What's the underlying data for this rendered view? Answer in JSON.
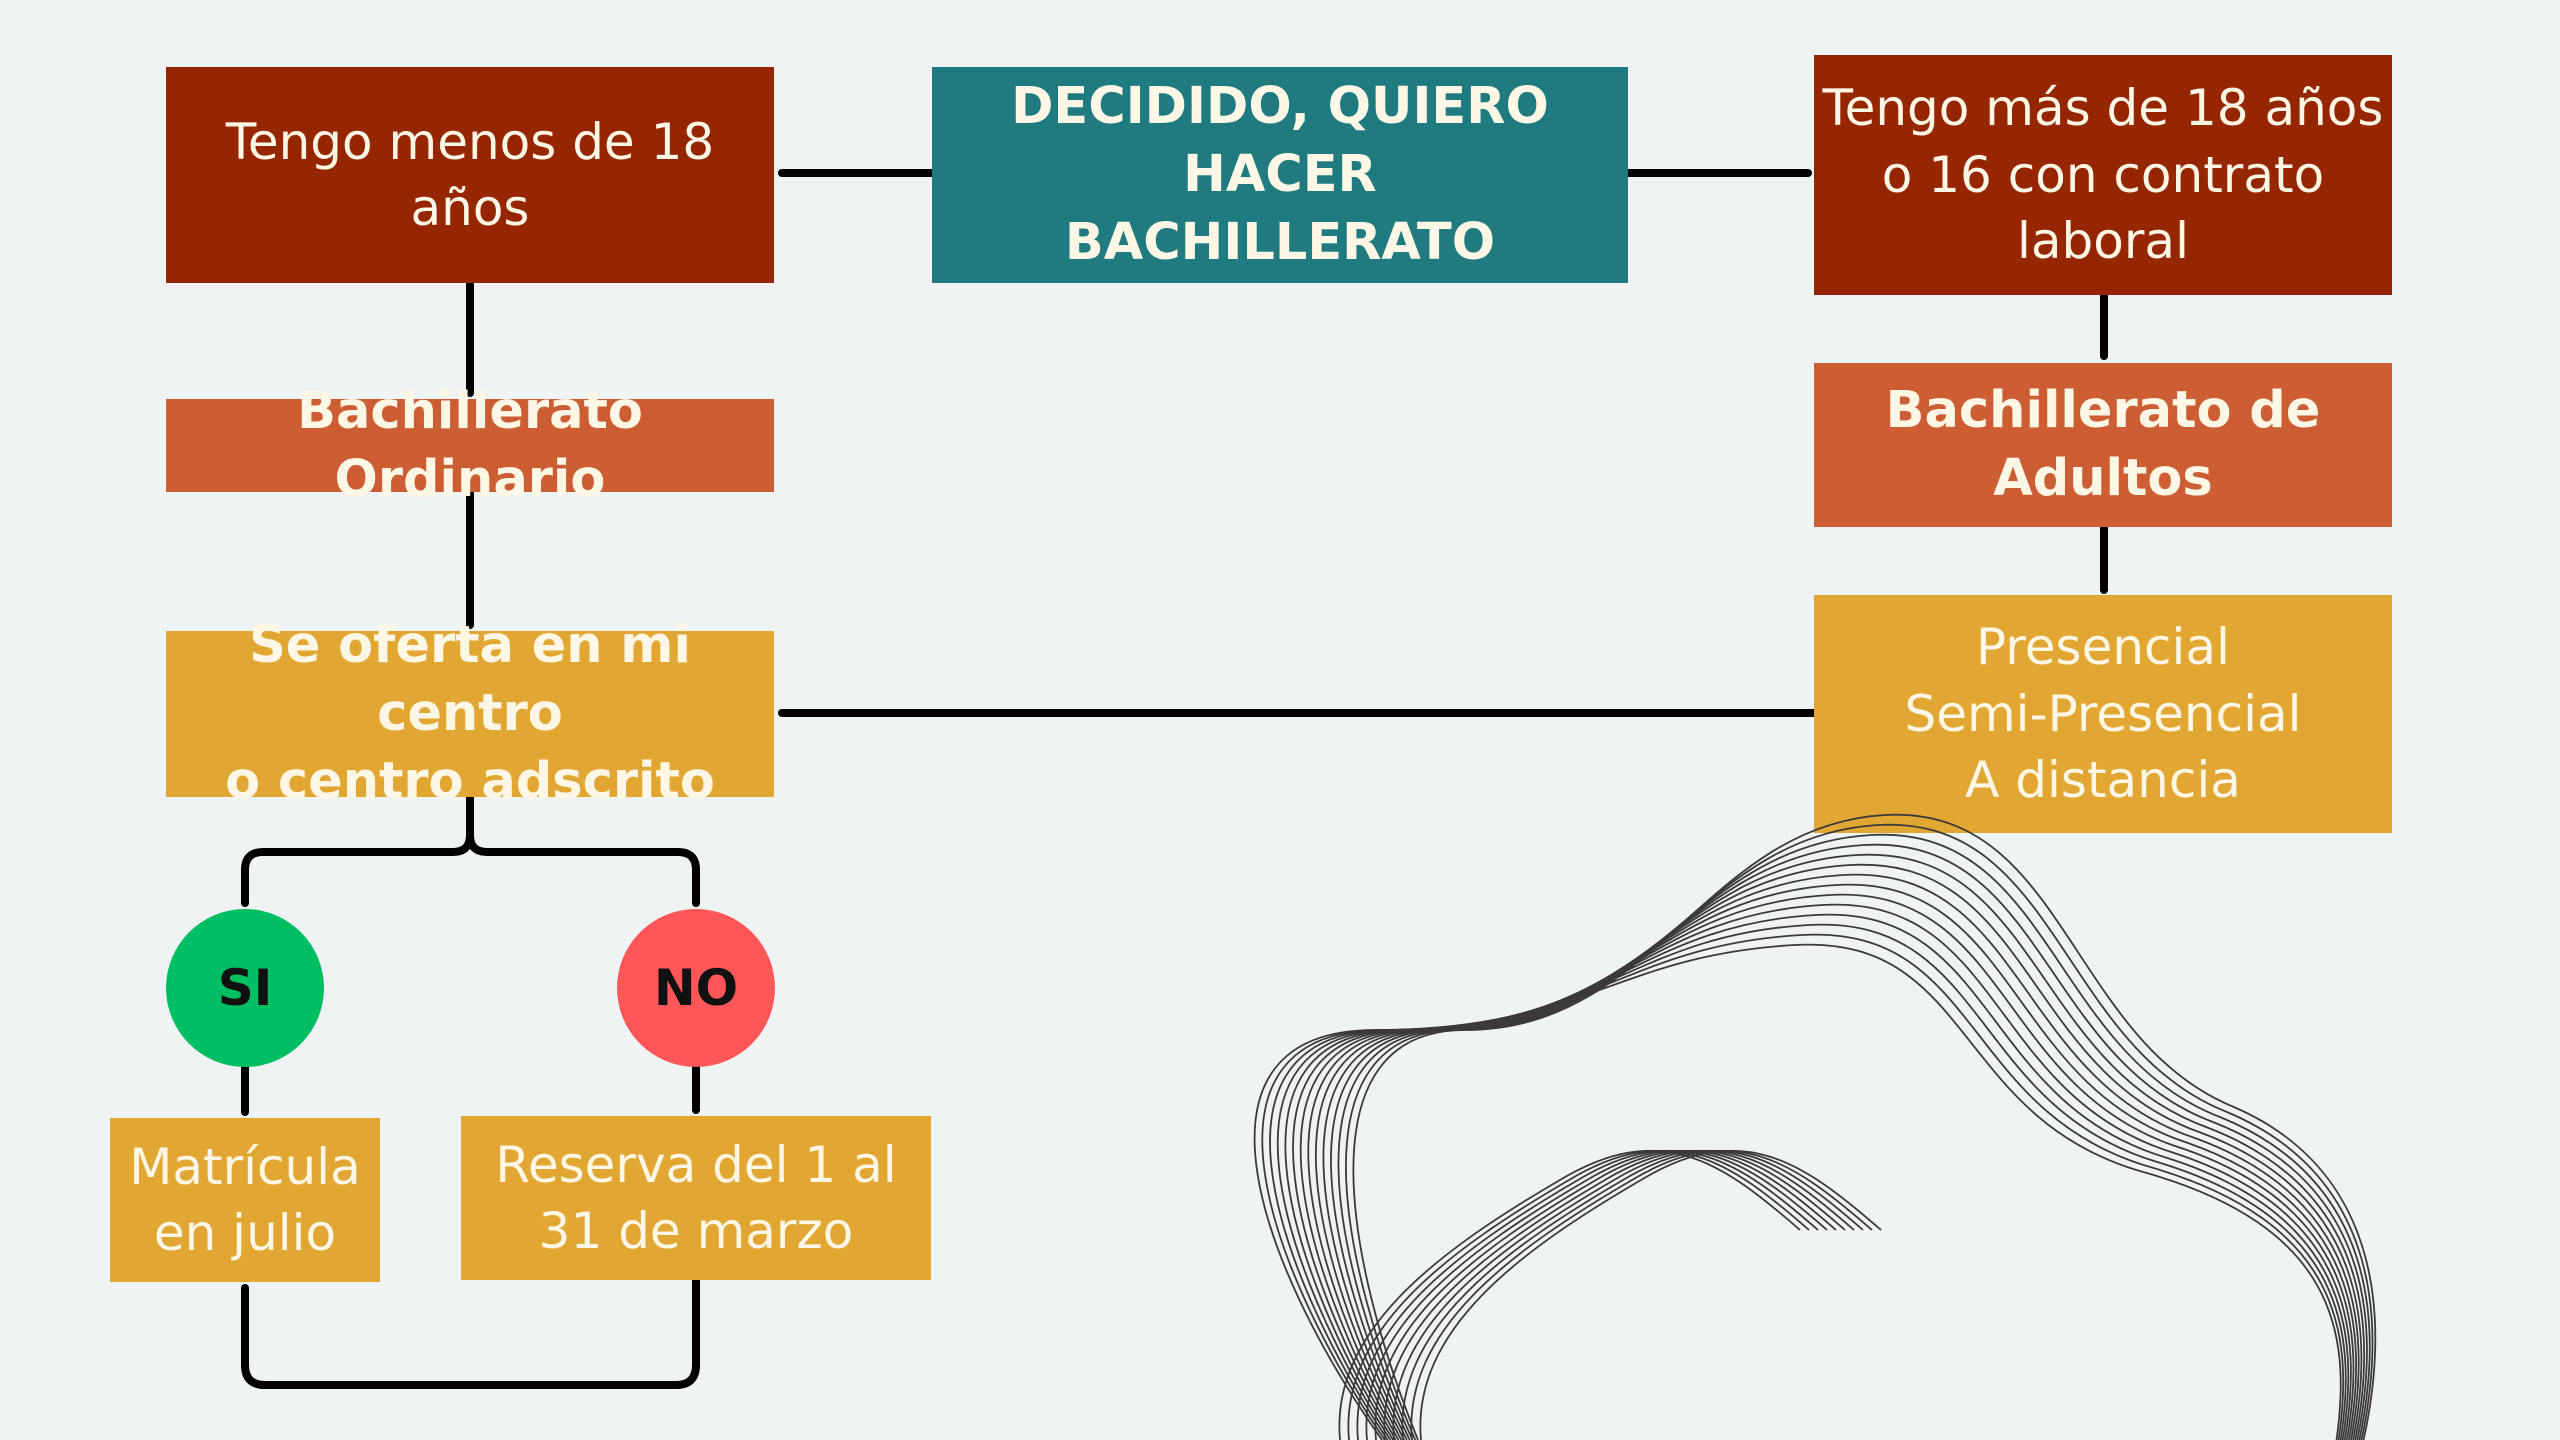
{
  "colors": {
    "background": "#f0f3f4",
    "dark_red": "#962600",
    "orange": "#cd5d32",
    "gold": "#e2a733",
    "teal": "#1f7b7f",
    "green": "#00bf63",
    "red": "#ff5757",
    "arrow": "#000000"
  },
  "nodes": {
    "start": "DECIDIDO, QUIERO HACER\nBACHILLERATO",
    "under_18": "Tengo menos de 18\naños",
    "over_18": "Tengo más de 18 años\no 16 con contrato\nlaboral",
    "ordinario": "Bachillerato Ordinario",
    "adultos": "Bachillerato de\nAdultos",
    "modalidades": "Presencial\nSemi-Presencial\nA distancia",
    "oferta": "Se oferta en mi centro\no centro adscrito",
    "si": "SI",
    "no": "NO",
    "matricula": "Matrícula\nen julio",
    "reserva": "Reserva del 1 al\n31 de marzo"
  },
  "decoration": {
    "icon": "wave-lines-icon"
  }
}
